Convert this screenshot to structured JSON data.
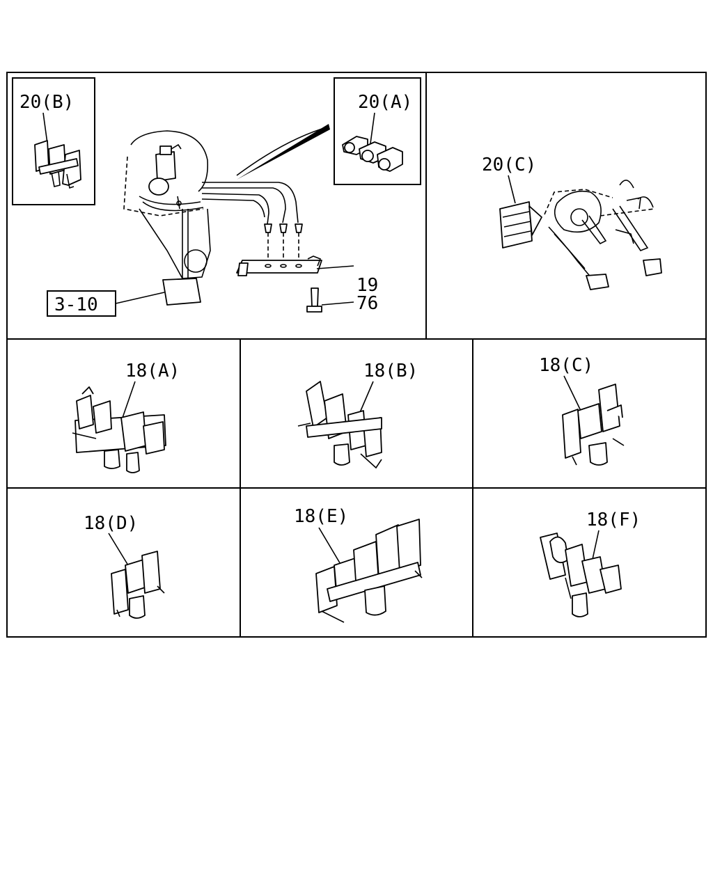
{
  "labels": {
    "p20b": "20(B)",
    "p20a": "20(A)",
    "p20c": "20(C)",
    "p19": "19",
    "p310": "3-10",
    "p76": "76",
    "p18a": "18(A)",
    "p18b": "18(B)",
    "p18c": "18(C)",
    "p18d": "18(D)",
    "p18e": "18(E)",
    "p18f": "18(F)"
  },
  "colors": {
    "line": "#000000",
    "background": "#ffffff"
  }
}
